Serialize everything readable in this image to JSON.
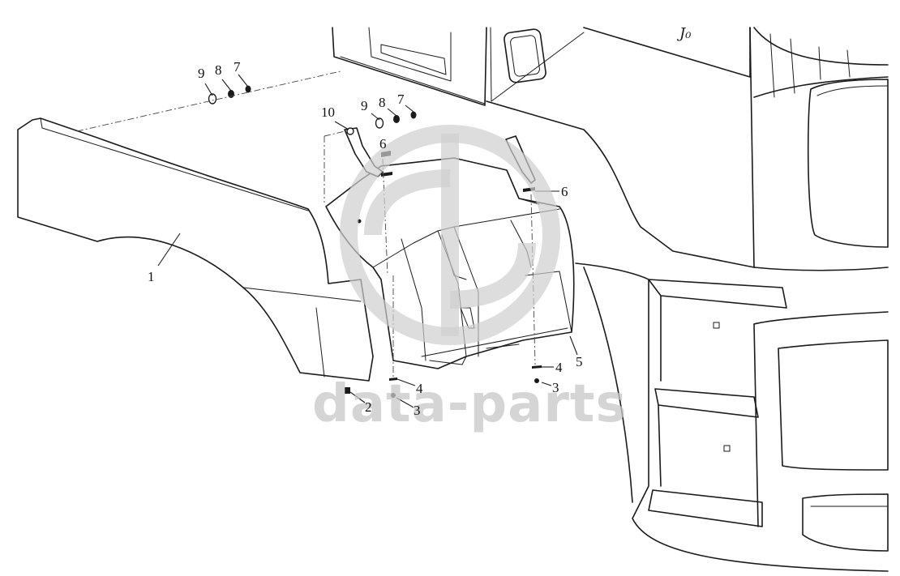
{
  "watermark": {
    "text": "data-parts"
  },
  "cab_emblem": "J₀",
  "callouts": {
    "c1": "1",
    "c2": "2",
    "c3a": "3",
    "c3b": "3",
    "c4a": "4",
    "c4b": "4",
    "c5": "5",
    "c6a": "6",
    "c6b": "6",
    "c7a": "7",
    "c7b": "7",
    "c8a": "8",
    "c8b": "8",
    "c9a": "9",
    "c9b": "9",
    "c10": "10"
  },
  "colors": {
    "line": "#1a1a1a",
    "watermark": "#c8c8c8",
    "background": "#ffffff"
  }
}
